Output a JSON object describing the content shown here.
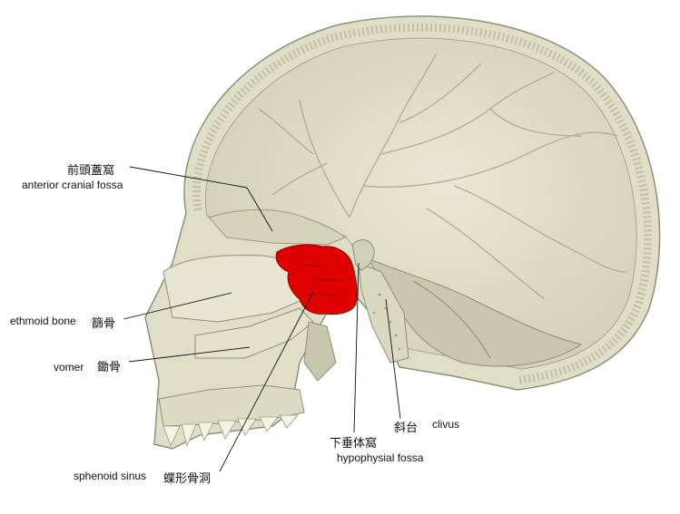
{
  "labels": {
    "anterior_cranial_fossa": {
      "jp": "前頭蓋窩",
      "en": "anterior cranial fossa"
    },
    "ethmoid_bone": {
      "en": "ethmoid bone",
      "jp": "篩骨"
    },
    "vomer": {
      "en": "vomer",
      "jp": "鋤骨"
    },
    "sphenoid_sinus": {
      "en": "sphenoid sinus",
      "jp": "蝶形骨洞"
    },
    "hypophysial_fossa": {
      "jp": "下垂体窩",
      "en": "hypophysial fossa"
    },
    "clivus": {
      "jp": "斜台",
      "en": "clivus"
    }
  },
  "colors": {
    "bone_fill": "#e4e4cf",
    "bone_shade": "#c9c9b0",
    "outline": "#8f8f7a",
    "highlight_sinus": "#e00000"
  }
}
